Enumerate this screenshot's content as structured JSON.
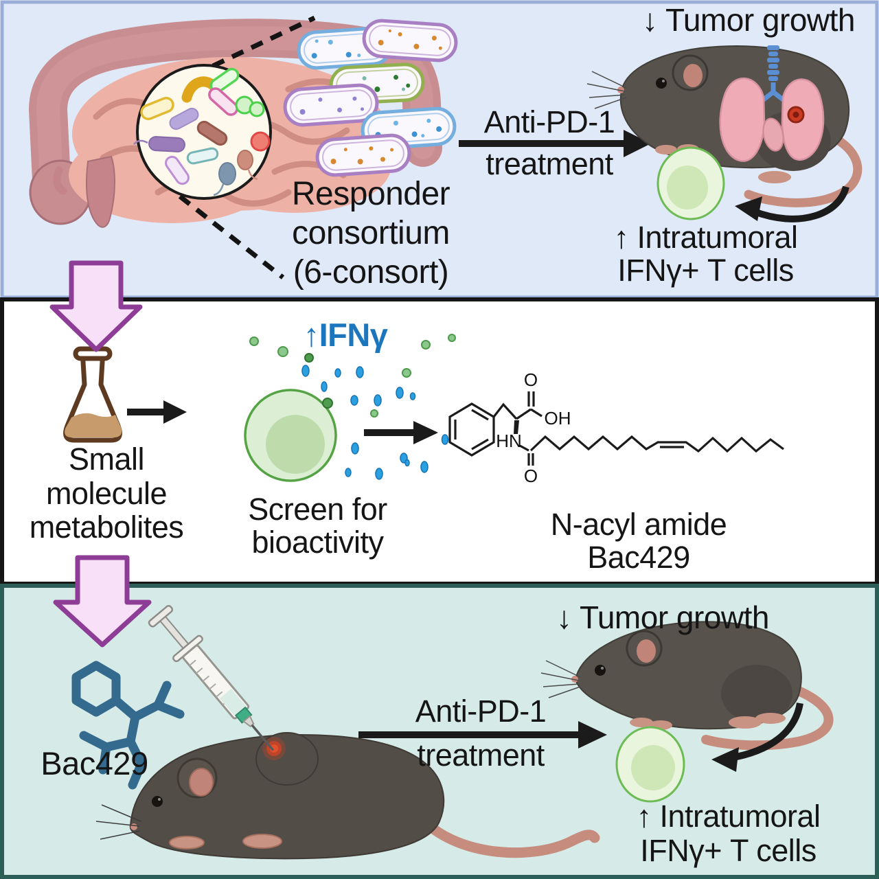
{
  "figure": {
    "kind": "graphical-abstract"
  },
  "colors": {
    "panel_top_bg": "#e0e9f8",
    "panel_top_border": "#98aed9",
    "panel_middle_bg": "#ffffff",
    "panel_middle_border": "#161616",
    "panel_bottom_bg": "#d6ebe7",
    "panel_bottom_border": "#2c5f57",
    "ifng_blue": "#1c76bd",
    "down_arrow_fill": "#f8e1f8",
    "down_arrow_stroke": "#8e3d96",
    "tcell_fill": "#e9f5dd",
    "tcell_stroke": "#6cbb54",
    "mouse_body": "#57524c",
    "lung_pink": "#efabb6",
    "trachea_blue": "#5b8fd4",
    "tumor_red": "#cc3a22",
    "flask_outline": "#5d3a20",
    "flask_liquid": "#c79b6b",
    "molecule_blue": "#336a8e",
    "tail_pink": "#c68d7f"
  },
  "top_panel": {
    "consortium_label": [
      "Responder",
      "consortium",
      "(6-consort)"
    ],
    "treatment_label": [
      "Anti-PD-1",
      "treatment"
    ],
    "tumor_growth_label": "↓ Tumor growth",
    "tcell_label": [
      "↑ Intratumoral",
      "IFNγ+ T cells"
    ]
  },
  "middle_panel": {
    "metabolites_label": [
      "Small",
      "molecule",
      "metabolites"
    ],
    "ifng_label": "↑IFNγ",
    "screen_label": [
      "Screen for",
      "bioactivity"
    ],
    "compound_label": [
      "N-acyl amide",
      "Bac429"
    ],
    "structure_atoms": {
      "o_top": "O",
      "oh": "OH",
      "hn": "HN",
      "o_bottom": "O"
    }
  },
  "bottom_panel": {
    "compound_label": "Bac429",
    "treatment_label": [
      "Anti-PD-1",
      "treatment"
    ],
    "tumor_growth_label": "↓ Tumor growth",
    "tcell_label": [
      "↑ Intratumoral",
      "IFNγ+ T cells"
    ]
  }
}
